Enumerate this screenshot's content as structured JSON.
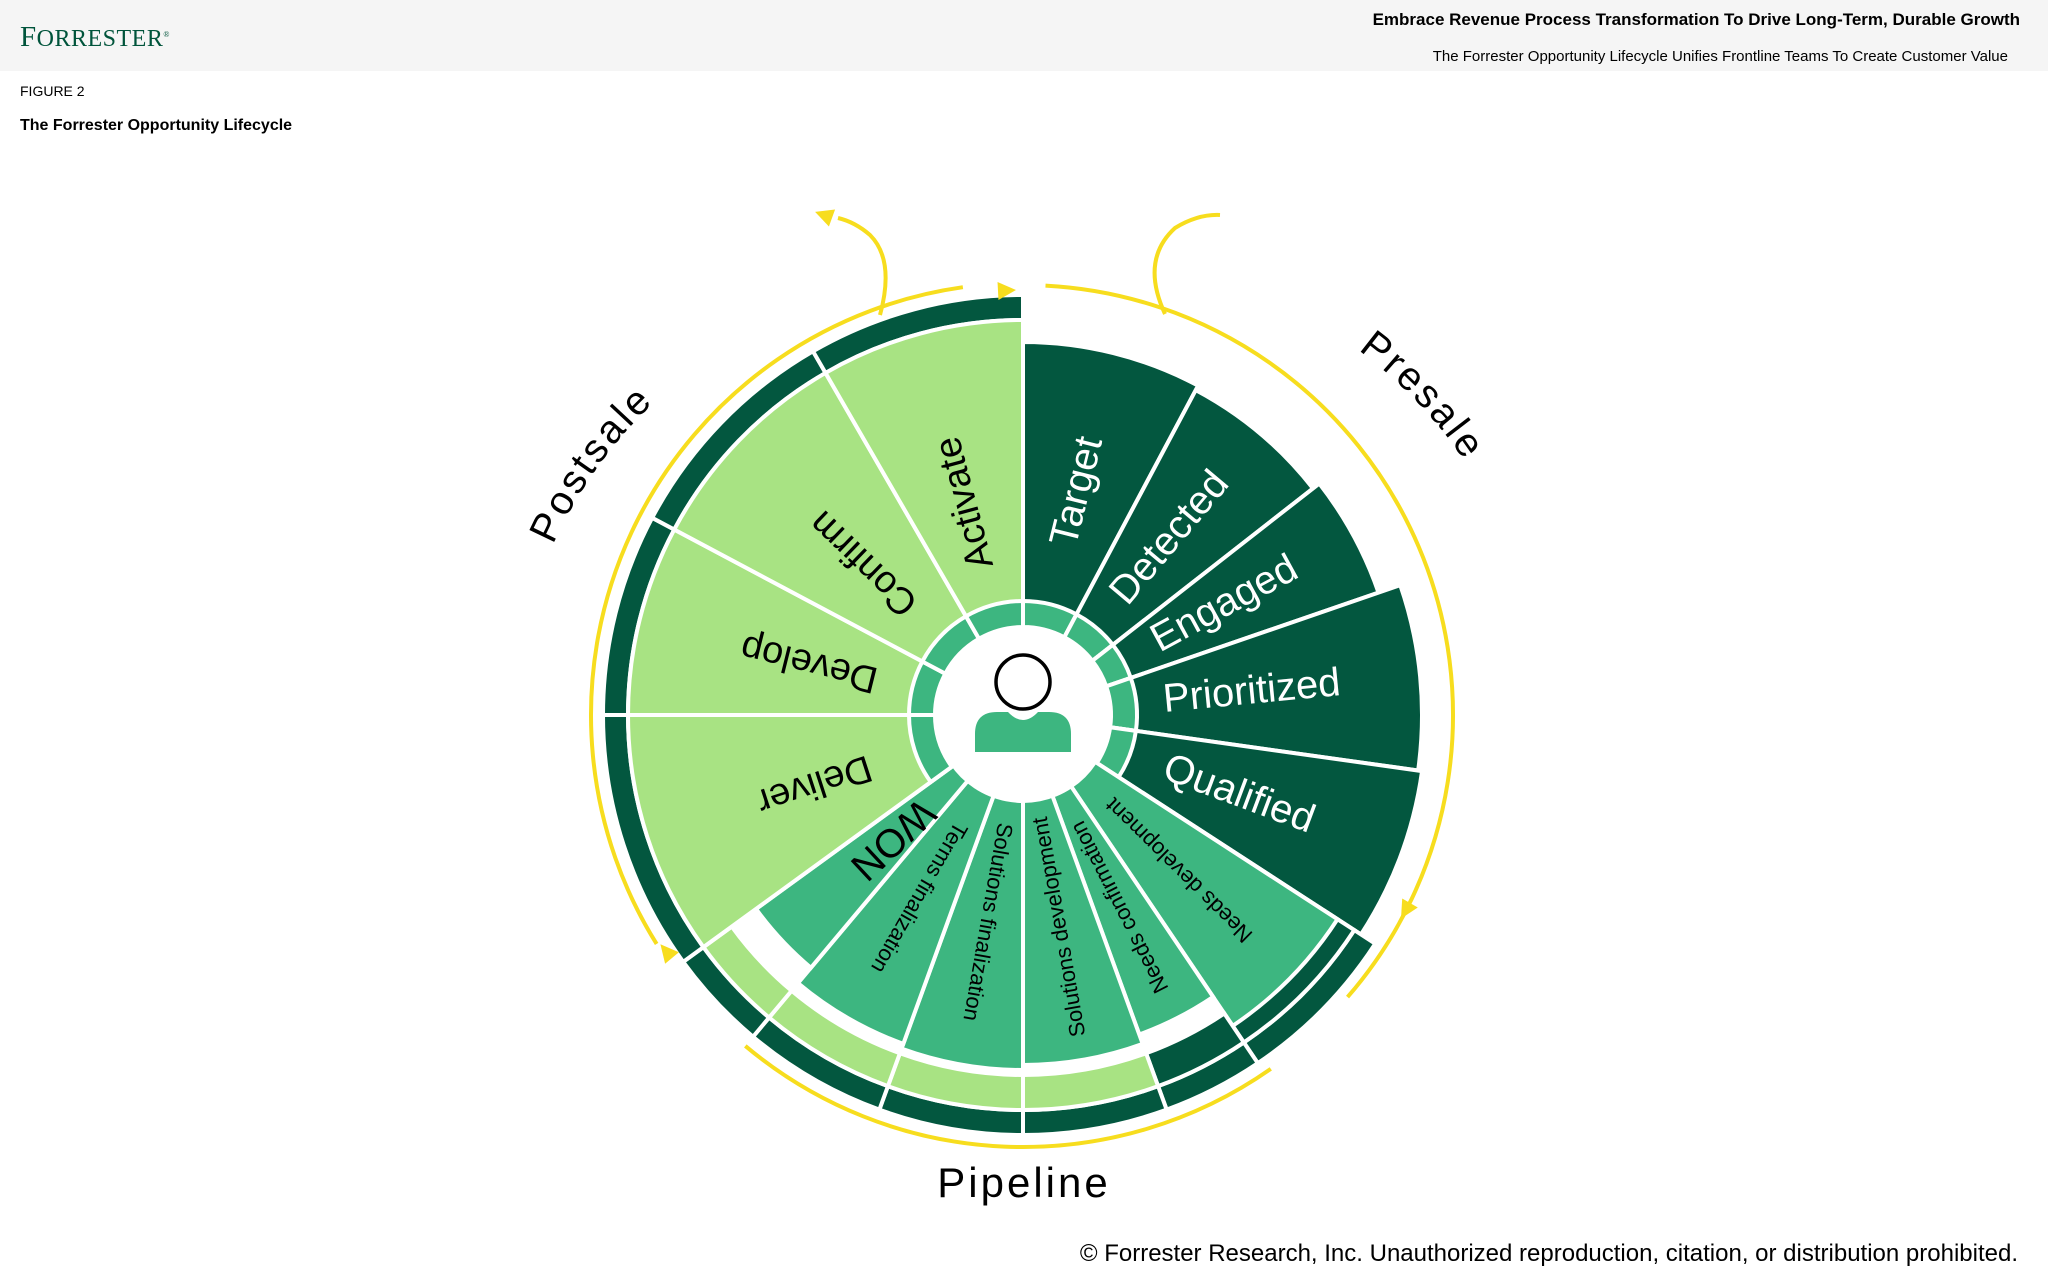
{
  "header": {
    "logo": "Forrester",
    "report_title": "Embrace Revenue Process Transformation To Drive Long-Term, Durable Growth",
    "report_subtitle": "The Forrester Opportunity Lifecycle Unifies Frontline Teams To Create Customer Value"
  },
  "figure": {
    "label": "FIGURE 2",
    "title": "The Forrester Opportunity Lifecycle"
  },
  "phases": {
    "presale": "Presale",
    "postsale": "Postsale",
    "pipeline": "Pipeline"
  },
  "stages": {
    "presale": [
      "Target",
      "Detected",
      "Engaged",
      "Prioritized",
      "Qualified"
    ],
    "pipeline": [
      "Needs development",
      "Needs confirmation",
      "Solutions development",
      "Solutions finalization",
      "Terms finalization",
      "WON"
    ],
    "postsale": [
      "Deliver",
      "Develop",
      "Confirm",
      "Activate"
    ]
  },
  "colors": {
    "dark_green": "#03573f",
    "medium_green": "#3db680",
    "light_green": "#a8e383",
    "yellow_arrows": "#f7dd1e",
    "person_icon": "#3db680"
  },
  "icons": {
    "center": "person-icon"
  },
  "footer": {
    "copyright": "© Forrester Research, Inc. Unauthorized reproduction, citation, or distribution prohibited."
  }
}
